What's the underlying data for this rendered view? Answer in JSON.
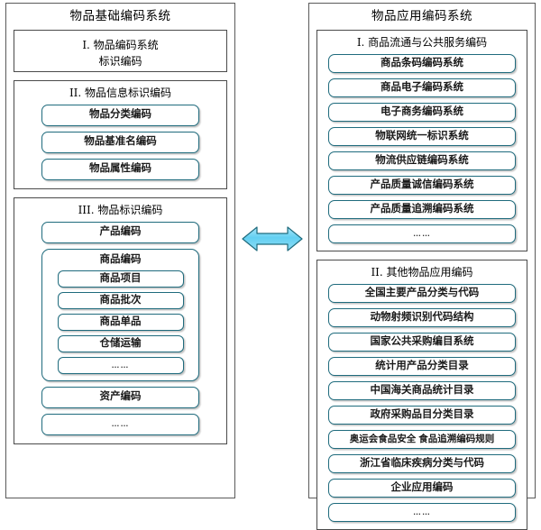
{
  "diagram": {
    "arrow": {
      "name": "bidirectional-arrow",
      "fill": "#6ed3f2",
      "stroke": "#1f6b7d"
    },
    "colors": {
      "box_border": "#1f6b7d",
      "frame_border": "#5a5a5a",
      "text": "#1a1a1a",
      "arrow_fill": "#6ed3f2"
    },
    "left_panel": {
      "title": "物品基础编码系统",
      "sections": [
        {
          "title_line1": "I. 物品编码系统",
          "title_line2": "标识编码",
          "items": []
        },
        {
          "title": "II. 物品信息标识编码",
          "items": [
            "物品分类编码",
            "物品基准名编码",
            "物品属性编码"
          ]
        },
        {
          "title": "III. 物品标识编码",
          "items": [
            "产品编码"
          ],
          "group": {
            "title": "商品编码",
            "items": [
              "商品项目",
              "商品批次",
              "商品单品",
              "仓储运输",
              "……"
            ]
          },
          "items_after": [
            "资产编码",
            "……"
          ]
        }
      ]
    },
    "right_panel": {
      "title": "物品应用编码系统",
      "sections": [
        {
          "title": "I. 商品流通与公共服务编码",
          "items": [
            "商品条码编码系统",
            "商品电子编码系统",
            "电子商务编码系统",
            "物联网统一标识系统",
            "物流供应链编码系统",
            "产品质量诚信编码系统",
            "产品质量追溯编码系统",
            "……"
          ]
        },
        {
          "title": "II. 其他物品应用编码",
          "items": [
            "全国主要产品分类与代码",
            "动物射频识别代码结构",
            "国家公共采购编目系统",
            "统计用产品分类目录",
            "中国海关商品统计目录",
            "政府采购品目分类目录",
            "奥运会食品安全 食品追溯编码规则",
            "浙江省临床疾病分类与代码",
            "企业应用编码",
            "……"
          ]
        }
      ]
    }
  }
}
